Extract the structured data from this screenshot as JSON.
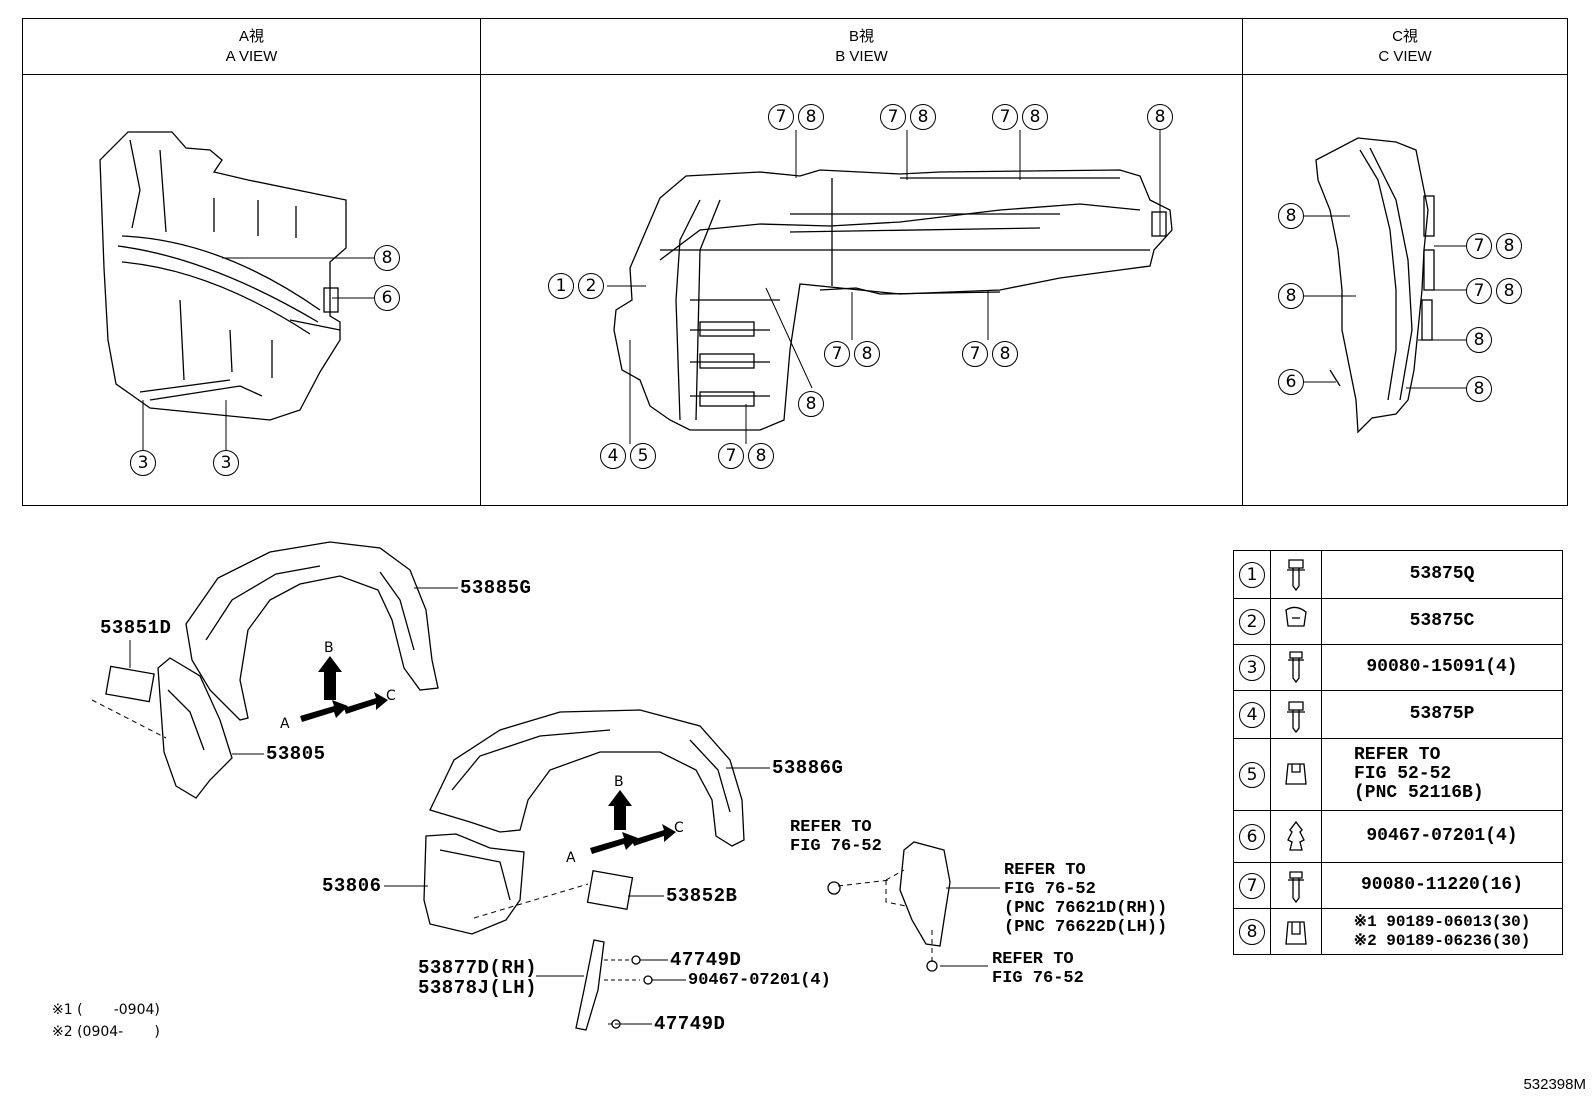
{
  "views": [
    {
      "jp": "A視",
      "en": "A VIEW"
    },
    {
      "jp": "B視",
      "en": "B VIEW"
    },
    {
      "jp": "C視",
      "en": "C VIEW"
    }
  ],
  "callouts": {
    "a": [
      "8",
      "6",
      "3",
      "3"
    ],
    "b_top": [
      "7",
      "8",
      "7",
      "8",
      "7",
      "8",
      "8"
    ],
    "b_side": [
      "1",
      "2"
    ],
    "b_bottom": [
      "4",
      "5",
      "7",
      "8",
      "7",
      "8",
      "7",
      "8",
      "8"
    ],
    "c": [
      "8",
      "8",
      "6",
      "7",
      "8",
      "7",
      "8",
      "8",
      "8"
    ]
  },
  "parts": {
    "p53885G": "53885G",
    "p53851D": "53851D",
    "p53805": "53805",
    "p53886G": "53886G",
    "p53806": "53806",
    "p53852B": "53852B",
    "p53877D": "53877D(RH)",
    "p53878J": "53878J(LH)",
    "p47749D_a": "47749D",
    "p90467": "90467-07201(4)",
    "p47749D_b": "47749D"
  },
  "refer": {
    "r1_line1": "REFER TO",
    "r1_line2": "FIG 76-52",
    "r2_line1": "REFER TO",
    "r2_line2": "FIG 76-52",
    "r2_line3": "(PNC 76621D(RH))",
    "r2_line4": "(PNC 76622D(LH))",
    "r3_line1": "REFER TO",
    "r3_line2": "FIG 76-52"
  },
  "arrows": {
    "a1": "A",
    "b1": "B",
    "c1": "C",
    "a2": "A",
    "b2": "B",
    "c2": "C"
  },
  "legend": [
    {
      "num": "1",
      "icon": "bolt-icon",
      "part": "53875Q"
    },
    {
      "num": "2",
      "icon": "clip-icon",
      "part": "53875C"
    },
    {
      "num": "3",
      "icon": "screw-icon",
      "part": "90080-15091(4)"
    },
    {
      "num": "4",
      "icon": "bolt-icon",
      "part": "53875P"
    },
    {
      "num": "5",
      "icon": "nut-clip-icon",
      "part_lines": [
        "REFER TO",
        "FIG 52-52",
        "(PNC 52116B)"
      ]
    },
    {
      "num": "6",
      "icon": "push-clip-icon",
      "part": "90467-07201(4)"
    },
    {
      "num": "7",
      "icon": "screw-icon",
      "part": "90080-11220(16)"
    },
    {
      "num": "8",
      "icon": "nut-icon",
      "part_lines": [
        "※1 90189-06013(30)",
        "※2 90189-06236(30)"
      ]
    }
  ],
  "notes": {
    "n1": "※1 (       -0904)",
    "n2": "※2 (0904-       )"
  },
  "code": "532398M"
}
